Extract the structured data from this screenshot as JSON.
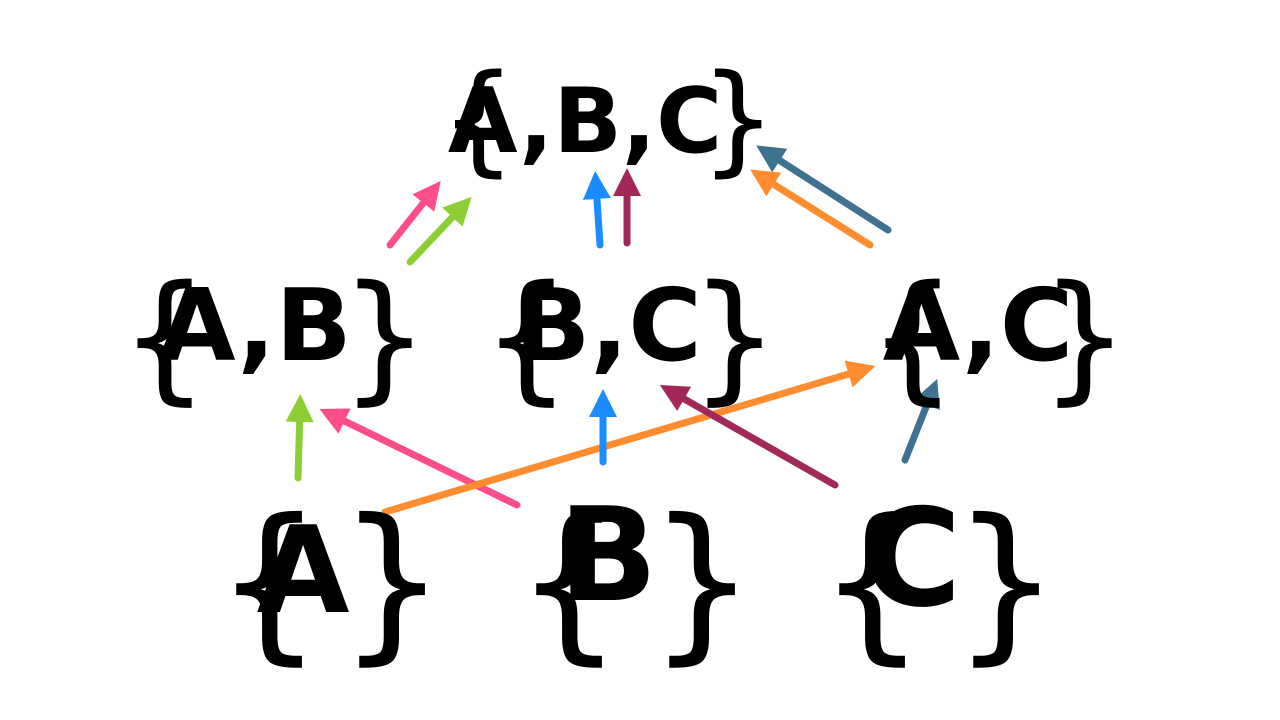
{
  "nodes": {
    "abc": {
      "label": "A,B,C"
    },
    "ab": {
      "label": "A,B"
    },
    "bc": {
      "label": "B,C"
    },
    "ac": {
      "label": "A,C"
    },
    "a": {
      "label": "A"
    },
    "b": {
      "label": "B"
    },
    "c": {
      "label": "C"
    }
  },
  "colors": {
    "text": "#000000",
    "pink": "#ff4d88",
    "green": "#8ccf35",
    "blue": "#1a8cff",
    "maroon": "#a3285a",
    "orange": "#ff8c2e",
    "steel": "#3f7190",
    "background": "#ffffff"
  },
  "edges": [
    {
      "from": "ab",
      "to": "abc",
      "color": "pink"
    },
    {
      "from": "ab",
      "to": "abc",
      "color": "green"
    },
    {
      "from": "bc",
      "to": "abc",
      "color": "blue"
    },
    {
      "from": "bc",
      "to": "abc",
      "color": "maroon"
    },
    {
      "from": "ac",
      "to": "abc",
      "color": "steel"
    },
    {
      "from": "ac",
      "to": "abc",
      "color": "orange"
    },
    {
      "from": "a",
      "to": "ab",
      "color": "green"
    },
    {
      "from": "b",
      "to": "ab",
      "color": "pink"
    },
    {
      "from": "a",
      "to": "ac",
      "color": "orange"
    },
    {
      "from": "b",
      "to": "bc",
      "color": "blue"
    },
    {
      "from": "c",
      "to": "bc",
      "color": "maroon"
    },
    {
      "from": "c",
      "to": "ac",
      "color": "steel"
    }
  ]
}
